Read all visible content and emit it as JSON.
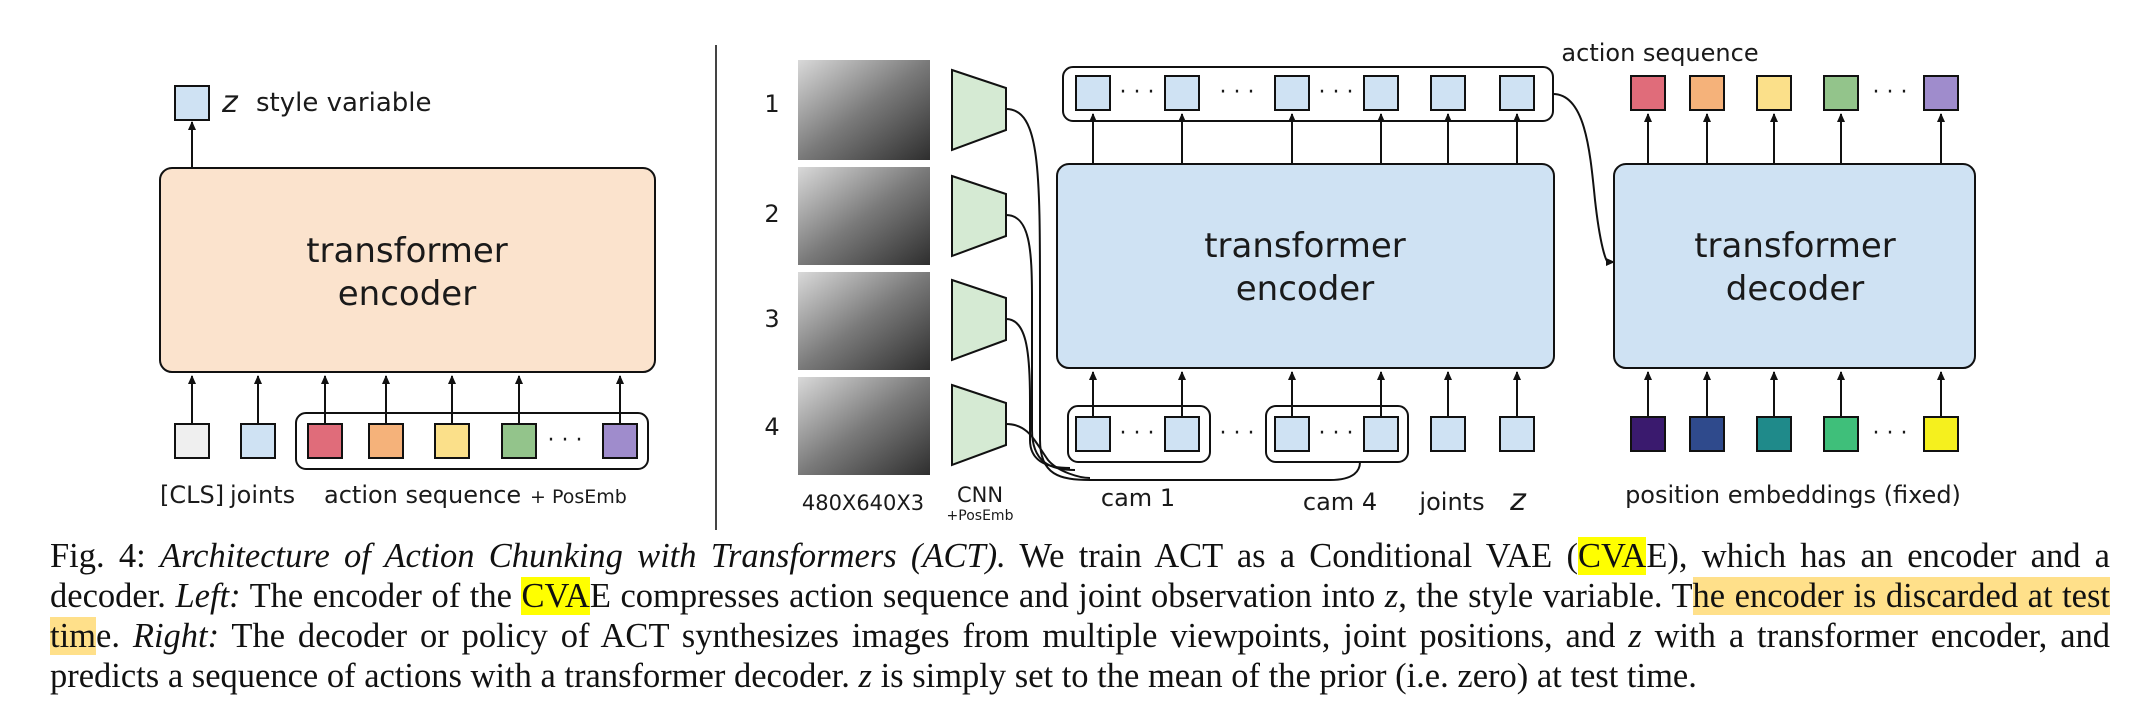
{
  "left_panel": {
    "output_label": "style variable",
    "output_symbol": "z",
    "block_title_line1": "transformer",
    "block_title_line2": "encoder",
    "inputs": {
      "cls_label": "[CLS]",
      "joints_label": "joints",
      "action_label": "action sequence",
      "posemb_suffix": "+ PosEmb",
      "ellipsis": "· · ·"
    }
  },
  "right_panel": {
    "image_indices": [
      "1",
      "2",
      "3",
      "4"
    ],
    "image_size_label": "480X640X3",
    "cnn_label": "CNN",
    "cnn_sub_label": "+PosEmb",
    "encoder_title_line1": "transformer",
    "encoder_title_line2": "encoder",
    "decoder_title_line1": "transformer",
    "decoder_title_line2": "decoder",
    "output_label": "action sequence",
    "cam1_label": "cam 1",
    "cam4_label": "cam 4",
    "joints_label": "joints",
    "z_symbol": "z",
    "position_label": "position embeddings (fixed)",
    "ellipsis": "· · ·"
  },
  "colors": {
    "encoder_left_fill": "#fbe3cd",
    "encoder_right_fill": "#cfe2f3",
    "token_blue": "#cfe2f3",
    "cnn_green": "#d5ead3",
    "action_tokens": [
      "#e06c7a",
      "#f5b27a",
      "#fbe08a",
      "#93c48b",
      "#9f8ccc"
    ],
    "position_tokens": [
      "#3a1a6e",
      "#2f4a8c",
      "#1f8a8a",
      "#3fbf7a",
      "#f5f01e"
    ],
    "highlight_yellow": "#ffff00",
    "highlight_orange": "#ffe08a"
  },
  "caption": {
    "fig_label": "Fig. 4:",
    "title": "Architecture of Action Chunking with Transformers (ACT).",
    "s1a": "We train ACT as a Conditional VAE (",
    "cvae_1": "CVA",
    "s1b": "E), which has an encoder and a decoder.",
    "left_label": "Left:",
    "s2a": "The encoder of the",
    "cvae_2": "CVA",
    "s2b": "E compresses action sequence and joint observation into",
    "z1": "z",
    "s2c": ", the style variable. T",
    "hl_phrase": "he encoder is discarded at test tim",
    "s2d": "e.",
    "right_label": "Right:",
    "s3a": "The decoder or policy of ACT synthesizes images from multiple viewpoints, joint positions, and",
    "z2": "z",
    "s3b": "with a transformer encoder, and predicts a sequence of actions with a transformer decoder.",
    "z3": "z",
    "s3c": "is simply set to the mean of the prior (i.e. zero) at test time."
  }
}
